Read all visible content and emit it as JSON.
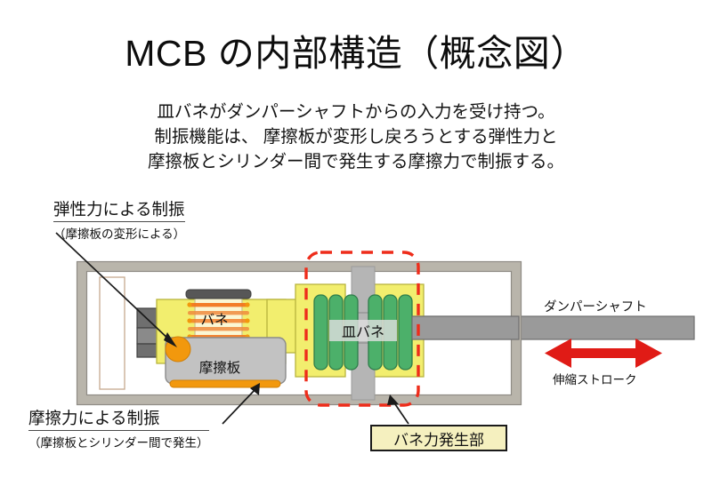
{
  "title": "MCB の内部構造（概念図）",
  "subtitle": {
    "line1": "皿バネがダンパーシャフトからの入力を受け持つ。",
    "line2": "制振機能は、 摩擦板が変形し戻ろうとする弾性力と",
    "line3": "摩擦板とシリンダー間で発生する摩擦力で制振する。"
  },
  "annotations": {
    "elastic": {
      "heading": "弾性力による制振",
      "detail": "（摩擦板の変形による）"
    },
    "friction": {
      "heading": "摩擦力による制振",
      "detail": "（摩擦板とシリンダー間で発生）"
    }
  },
  "side_labels": {
    "shaft": "ダンパーシャフト",
    "stroke": "伸縮ストローク"
  },
  "callout": {
    "spring_force": "バネ力発生部"
  },
  "diagram_labels": {
    "coil_spring": "バネ",
    "disc_spring": "皿バネ",
    "friction_plate": "摩擦板"
  },
  "colors": {
    "yellow_body": "#f2ee6e",
    "green_disc": "#4cb06a",
    "orange_accent": "#f2980d",
    "coil_orange": "#e8692a",
    "gray_shaft": "#9a9a9a",
    "housing_gray": "#c9c7c2",
    "highlight_red": "#ee2d1b",
    "callout_bg": "#f5f0bf"
  }
}
